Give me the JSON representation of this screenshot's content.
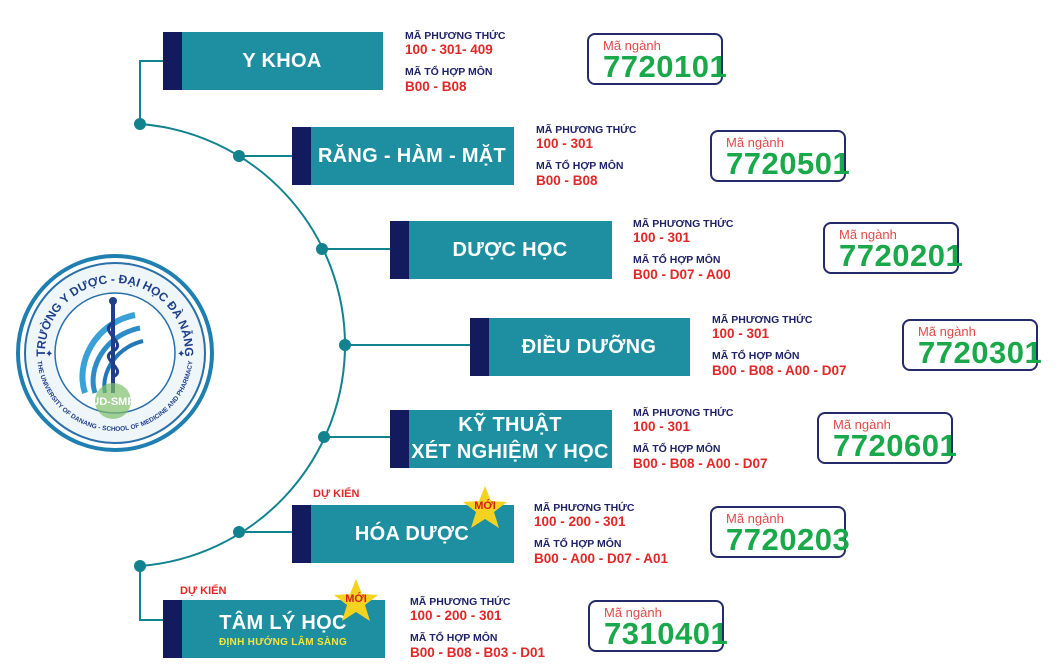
{
  "majors": [
    {
      "name": "Y KHOA",
      "subtitle": "",
      "method_label": "MÃ PHƯƠNG THỨC",
      "method": "100 - 301- 409",
      "combo_label": "MÃ TỔ HỢP MÔN",
      "combo": "B00 - B08",
      "code_label": "Mã ngành",
      "code": "7720101",
      "tag": "",
      "badge": ""
    },
    {
      "name": "RĂNG - HÀM - MẶT",
      "subtitle": "",
      "method_label": "MÃ PHƯƠNG THỨC",
      "method": "100 - 301",
      "combo_label": "MÃ TỔ HỢP MÔN",
      "combo": "B00 - B08",
      "code_label": "Mã ngành",
      "code": "7720501",
      "tag": "",
      "badge": ""
    },
    {
      "name": "DƯỢC HỌC",
      "subtitle": "",
      "method_label": "MÃ PHƯƠNG THỨC",
      "method": "100 - 301",
      "combo_label": "MÃ TỔ HỢP MÔN",
      "combo": "B00 - D07 - A00",
      "code_label": "Mã ngành",
      "code": "7720201",
      "tag": "",
      "badge": ""
    },
    {
      "name": "ĐIỀU DƯỠNG",
      "subtitle": "",
      "method_label": "MÃ PHƯƠNG THỨC",
      "method": "100 - 301",
      "combo_label": "MÃ TỔ HỢP MÔN",
      "combo": "B00 - B08 - A00 - D07",
      "code_label": "Mã ngành",
      "code": "7720301",
      "tag": "",
      "badge": ""
    },
    {
      "name": "KỸ THUẬT",
      "name_line2": "XÉT NGHIỆM Y HỌC",
      "subtitle": "",
      "method_label": "MÃ PHƯƠNG THỨC",
      "method": "100 - 301",
      "combo_label": "MÃ TỔ HỢP MÔN",
      "combo": "B00 - B08 - A00 - D07",
      "code_label": "Mã ngành",
      "code": "7720601",
      "tag": "",
      "badge": ""
    },
    {
      "name": "HÓA DƯỢC",
      "subtitle": "",
      "method_label": "MÃ PHƯƠNG THỨC",
      "method": "100 - 200 - 301",
      "combo_label": "MÃ TỔ HỢP MÔN",
      "combo": "B00 - A00 - D07 - A01",
      "code_label": "Mã ngành",
      "code": "7720203",
      "tag": "DỰ KIẾN",
      "badge": "MỚI"
    },
    {
      "name": "TÂM LÝ HỌC",
      "subtitle": "ĐỊNH HƯỚNG LÂM SÀNG",
      "method_label": "MÃ PHƯƠNG THỨC",
      "method": "100 - 200 - 301",
      "combo_label": "MÃ TỔ HỢP MÔN",
      "combo": "B00 - B08 - B03 - D01",
      "code_label": "Mã ngành",
      "code": "7310401",
      "tag": "DỰ KIẾN",
      "badge": "MỚI"
    }
  ],
  "logo": {
    "top_text": "TRƯỜNG Y DƯỢC - ĐẠI HỌC ĐÀ NẴNG",
    "bottom_text": "THE UNIVERSITY OF DANANG - SCHOOL OF MEDICINE AND PHARMACY",
    "badge": "UD-SMP"
  },
  "colors": {
    "bar": "#1e8fa0",
    "tab": "#141a5e",
    "code_number": "#19a84a",
    "accent_red": "#e32626",
    "line": "#13828f"
  }
}
